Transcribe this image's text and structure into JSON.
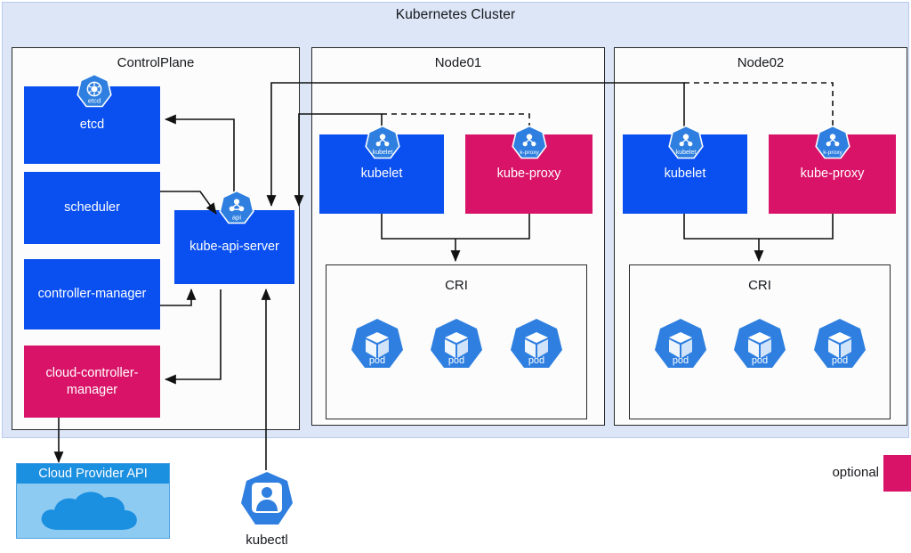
{
  "diagram": {
    "title": "Kubernetes Cluster",
    "accent_blue": "#0a50f0",
    "accent_pink": "#d91468",
    "cluster_bg": "#dce6f7",
    "panel_bg": "#fcfcfc"
  },
  "control_plane": {
    "title": "ControlPlane",
    "components": [
      {
        "label": "etcd",
        "color": "blue",
        "badge": "etcd"
      },
      {
        "label": "scheduler",
        "color": "blue",
        "badge": ""
      },
      {
        "label": "controller-manager",
        "color": "blue",
        "badge": ""
      },
      {
        "label": "cloud-controller-manager",
        "color": "pink",
        "badge": ""
      },
      {
        "label": "kube-api-server",
        "color": "blue",
        "badge": "api"
      }
    ]
  },
  "nodes": [
    {
      "title": "Node01",
      "kubelet": {
        "label": "kubelet",
        "badge": "kubelet",
        "color": "blue"
      },
      "kube_proxy": {
        "label": "kube-proxy",
        "badge": "k-proxy",
        "color": "pink"
      },
      "cri": {
        "title": "CRI",
        "pods": [
          {
            "label": "pod"
          },
          {
            "label": "pod"
          },
          {
            "label": "pod"
          }
        ]
      }
    },
    {
      "title": "Node02",
      "kubelet": {
        "label": "kubelet",
        "badge": "kubelet",
        "color": "blue"
      },
      "kube_proxy": {
        "label": "kube-proxy",
        "badge": "k-proxy",
        "color": "pink"
      },
      "cri": {
        "title": "CRI",
        "pods": [
          {
            "label": "pod"
          },
          {
            "label": "pod"
          },
          {
            "label": "pod"
          }
        ]
      }
    }
  ],
  "external": {
    "cloud_provider": {
      "label": "Cloud Provider API",
      "icon": "cloud-icon"
    },
    "kubectl": {
      "label": "kubectl",
      "icon": "user-icon"
    }
  },
  "legend": {
    "label": "optional",
    "swatch_color": "#d91468"
  }
}
